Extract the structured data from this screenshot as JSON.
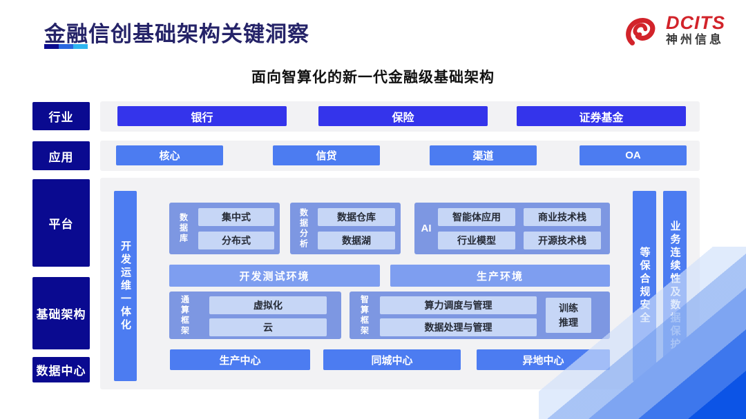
{
  "slide": {
    "title": "金融信创基础架构关键洞察",
    "subtitle": "面向智算化的新一代金融级基础架构",
    "logo": {
      "brand": "DCITS",
      "company": "神州信息"
    }
  },
  "side_labels": {
    "industry": "行业",
    "application": "应用",
    "platform": "平台",
    "infrastructure": "基础架构",
    "datacenter": "数据中心"
  },
  "industry_row": [
    "银行",
    "保险",
    "证券基金"
  ],
  "application_row": [
    "核心",
    "信贷",
    "渠道",
    "OA"
  ],
  "platform": {
    "devops_bar": "开发运维一体化",
    "database": {
      "label": "数据库",
      "items": [
        "集中式",
        "分布式"
      ]
    },
    "analytics": {
      "label": "数据分析",
      "items": [
        "数据仓库",
        "数据湖"
      ]
    },
    "ai": {
      "label": "AI",
      "items": [
        "智能体应用",
        "商业技术栈",
        "行业模型",
        "开源技术栈"
      ]
    },
    "environments": [
      "开发测试环境",
      "生产环境"
    ],
    "general_framework": {
      "label": "通算框架",
      "items": [
        "虚拟化",
        "云"
      ]
    },
    "intelligent_framework": {
      "label": "智算框架",
      "items": [
        "算力调度与管理",
        "数据处理与管理"
      ],
      "side_box": "训练推理"
    },
    "centers": [
      "生产中心",
      "同城中心",
      "异地中心"
    ],
    "security_bar": "等保合规安全",
    "continuity_bar": "业务连续性及数据保护"
  },
  "colors": {
    "navy": "#0A0A90",
    "title": "#252368",
    "accentBlue": "#3434EB",
    "midBlue": "#4C7CF1",
    "groupBlue": "#7D97E2",
    "envBlue": "#7E9EF0",
    "lightBox": "#C6D6F6",
    "boxText": "#262B36",
    "panelGray": "#F2F2F4",
    "brandRed": "#D2232A",
    "underline1": "#0B0B8F",
    "underline2": "#2967E0",
    "underline3": "#2FB5F0",
    "deco1": "#0C54E6",
    "deco2": "#3D77ED",
    "deco3": "#7EA5F2"
  }
}
